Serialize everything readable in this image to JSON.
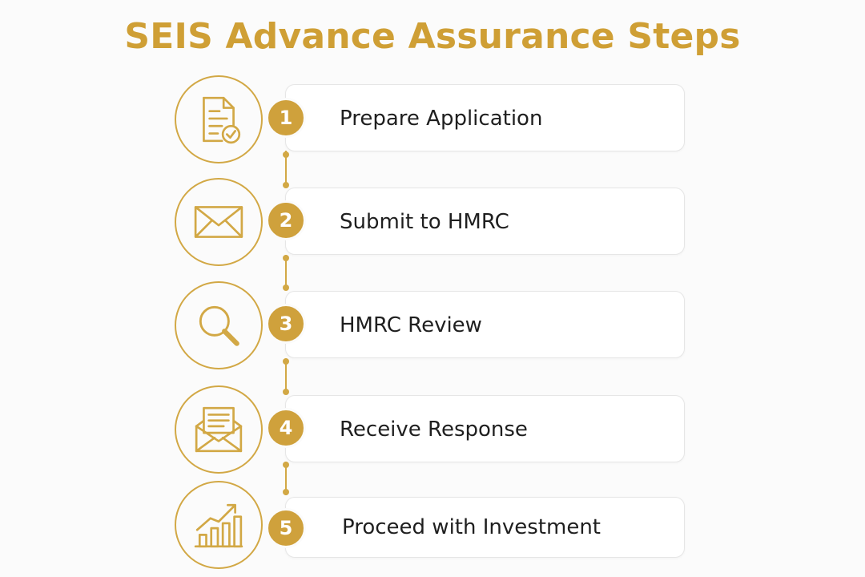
{
  "title": "SEIS Advance Assurance Steps",
  "colors": {
    "accent": "#cf9f35",
    "text": "#1f1f1f",
    "card_border": "#e6e6e6"
  },
  "steps": [
    {
      "number": "1",
      "label": "Prepare Application",
      "icon": "document-check-icon"
    },
    {
      "number": "2",
      "label": "Submit to HMRC",
      "icon": "envelope-icon"
    },
    {
      "number": "3",
      "label": "HMRC Review",
      "icon": "magnifier-icon"
    },
    {
      "number": "4",
      "label": "Receive Response",
      "icon": "open-envelope-letter-icon"
    },
    {
      "number": "5",
      "label": "Proceed with Investment",
      "icon": "growth-chart-icon"
    }
  ]
}
